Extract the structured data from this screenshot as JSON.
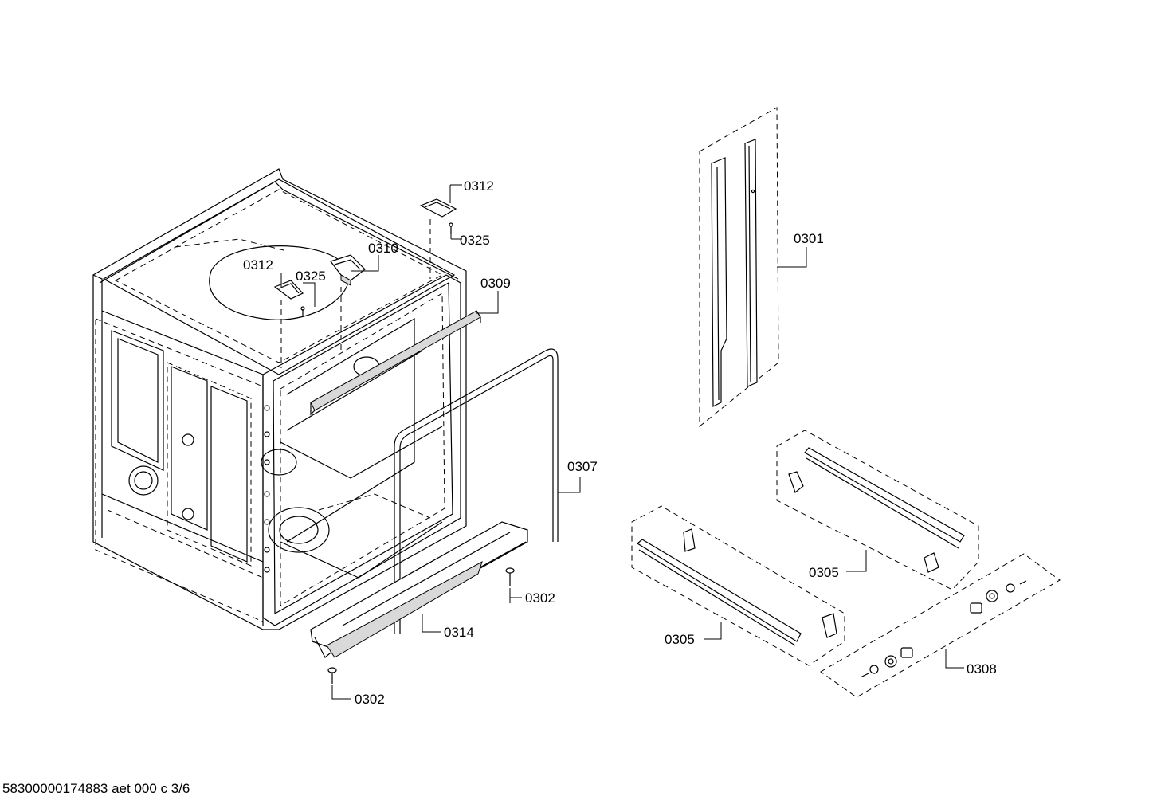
{
  "callouts": {
    "c0301": "0301",
    "c0302a": "0302",
    "c0302b": "0302",
    "c0305a": "0305",
    "c0305b": "0305",
    "c0307": "0307",
    "c0308": "0308",
    "c0309": "0309",
    "c0310": "0310",
    "c0312a": "0312",
    "c0312b": "0312",
    "c0314": "0314",
    "c0325a": "0325",
    "c0325b": "0325"
  },
  "footer": "58300000174883 aet 000 c 3/6"
}
